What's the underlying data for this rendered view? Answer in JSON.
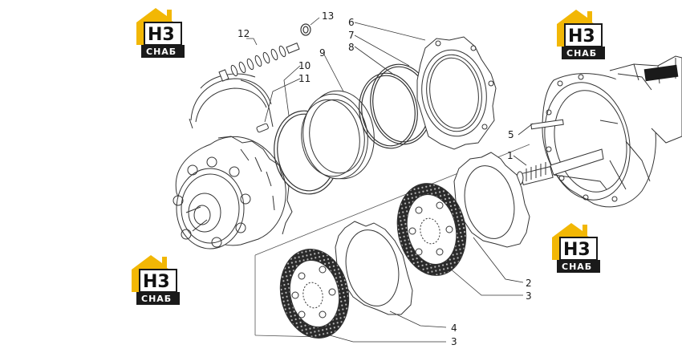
{
  "diagram": {
    "callouts": [
      {
        "id": "c13",
        "label": "13"
      },
      {
        "id": "c12",
        "label": "12"
      },
      {
        "id": "c6",
        "label": "6"
      },
      {
        "id": "c7",
        "label": "7"
      },
      {
        "id": "c8",
        "label": "8"
      },
      {
        "id": "c9",
        "label": "9"
      },
      {
        "id": "c10",
        "label": "10"
      },
      {
        "id": "c11",
        "label": "11"
      },
      {
        "id": "c5",
        "label": "5"
      },
      {
        "id": "c1",
        "label": "1"
      },
      {
        "id": "c2",
        "label": "2"
      },
      {
        "id": "c3a",
        "label": "3"
      },
      {
        "id": "c4",
        "label": "4"
      },
      {
        "id": "c3b",
        "label": "3"
      }
    ]
  },
  "watermark": {
    "top": "H3",
    "bottom": "СНАБ",
    "colors": {
      "accent": "#f2b705",
      "dark": "#1a1a1a"
    }
  }
}
